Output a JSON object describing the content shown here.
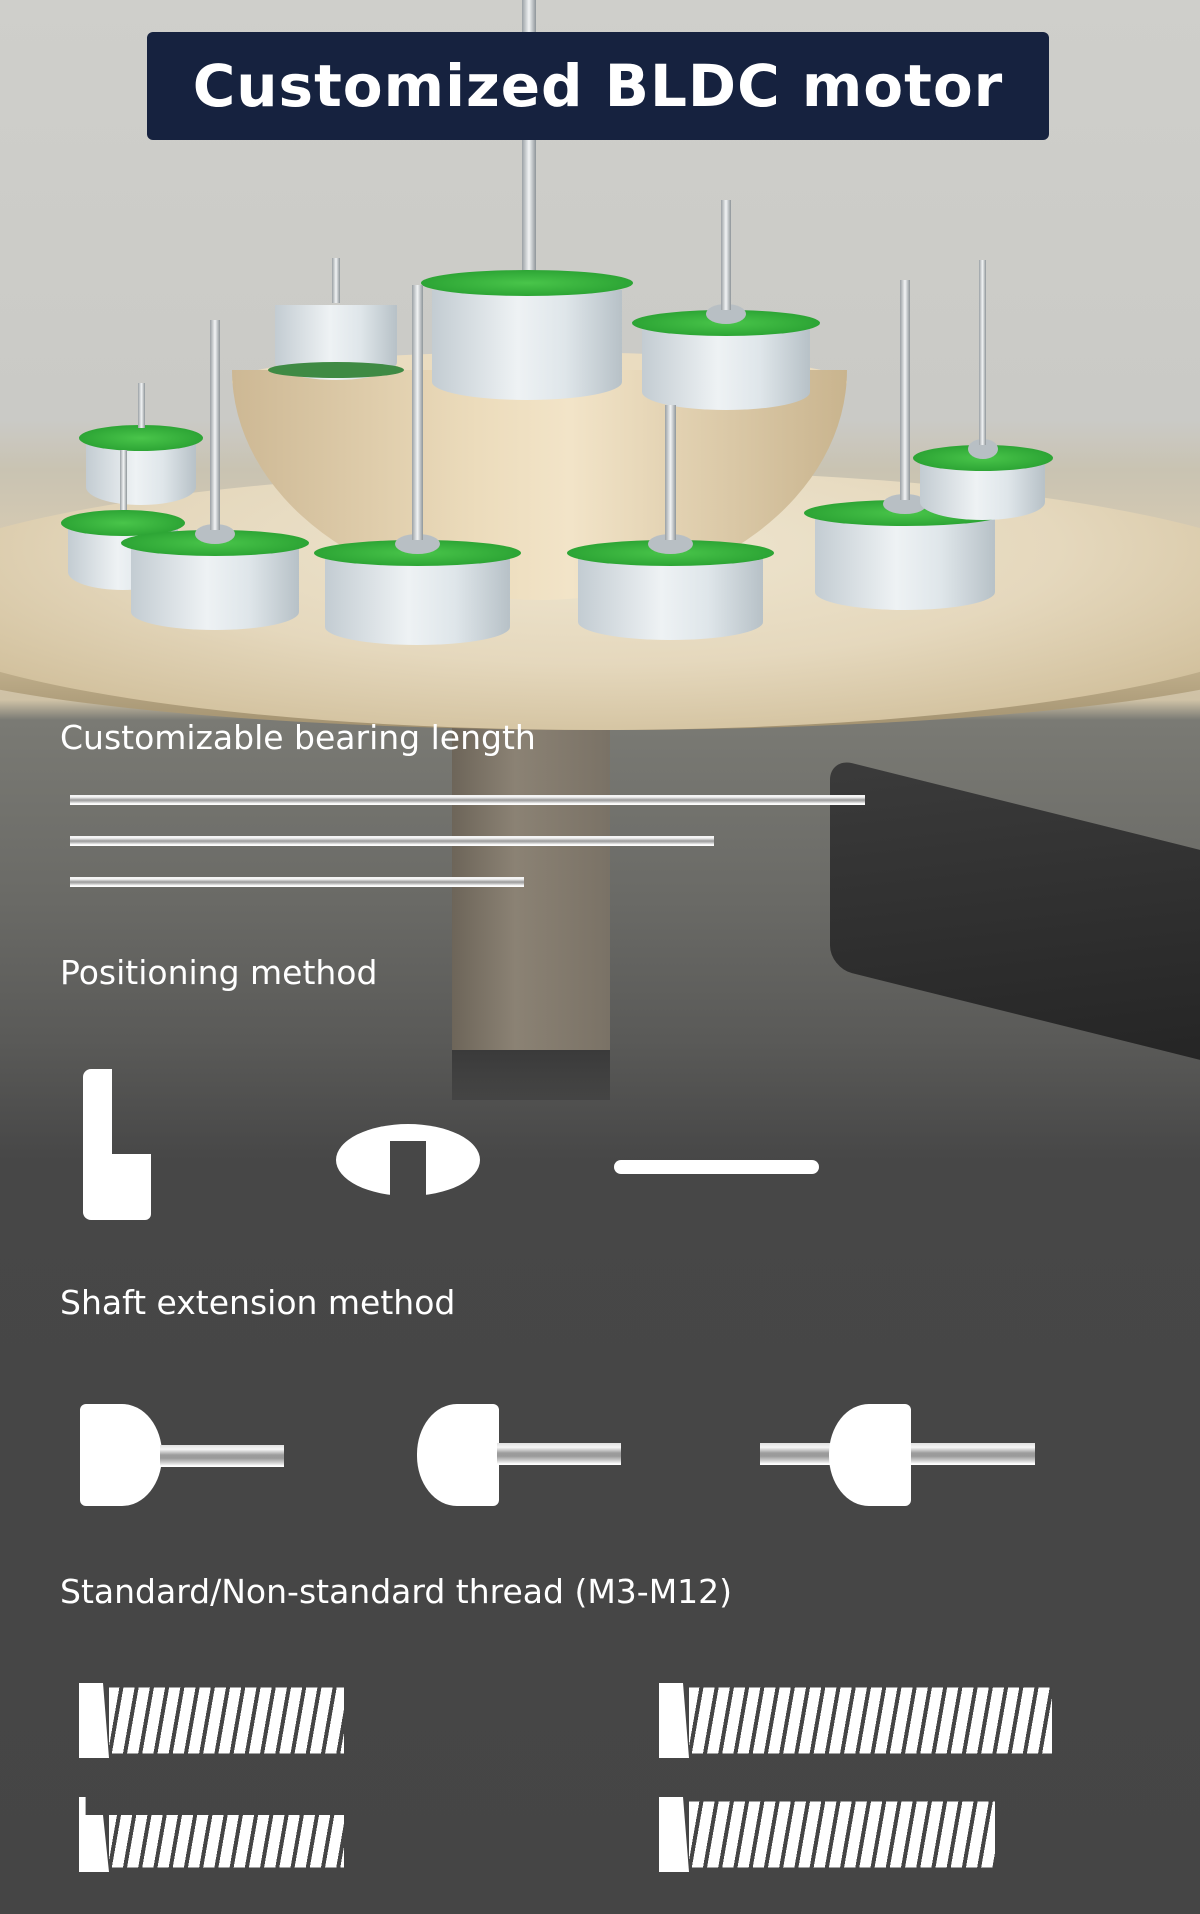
{
  "banner": {
    "title": "Customized BLDC motor",
    "background": "#16223f"
  },
  "sections": {
    "bearing_length": {
      "heading": "Customizable bearing length",
      "options": 3
    },
    "positioning": {
      "heading": "Positioning method",
      "options": [
        "step-shaft",
        "slotted-collar",
        "flat-key"
      ]
    },
    "shaft_extension": {
      "heading": "Shaft extension method",
      "options": [
        "single-side-rounded-back",
        "single-side-rounded-front",
        "double-sided"
      ]
    },
    "thread": {
      "heading": "Standard/Non-standard thread (M3-M12)",
      "options": 4
    }
  },
  "colors": {
    "pcb_green": "#2da535",
    "page_dark": "#454545",
    "text": "#ffffff"
  }
}
